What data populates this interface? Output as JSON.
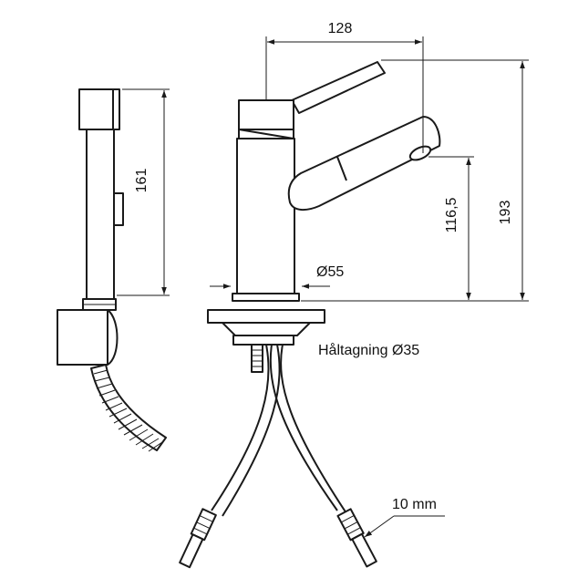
{
  "dimensions": {
    "spout_reach": "128",
    "total_height": "193",
    "spout_outlet_height": "116,5",
    "hand_shower_length": "161",
    "base_diameter": "Ø55",
    "hose_connection": "10 mm"
  },
  "annotations": {
    "hole_size": "Håltagning Ø35"
  }
}
